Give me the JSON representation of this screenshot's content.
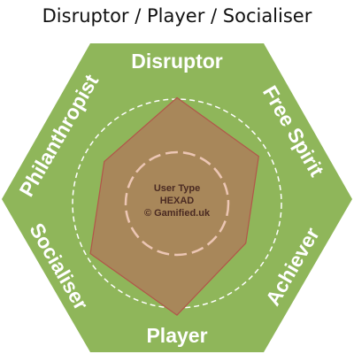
{
  "title": "Disruptor / Player / Socialiser",
  "colors": {
    "hexagon": "#8fb65a",
    "profile_fill": "#a8875a",
    "profile_stroke": "#b2554a",
    "outer_dash": "#ffffff",
    "inner_dash": "#ecc6b4",
    "label_text": "#ffffff",
    "center_text": "#4a2a22"
  },
  "labels": {
    "disruptor": "Disruptor",
    "free_spirit": "Free Spirit",
    "achiever": "Achiever",
    "player": "Player",
    "socialiser": "Socialiser",
    "philanthropist": "Philanthropist"
  },
  "center": {
    "line1": "User Type",
    "line2": "HEXAD",
    "line3": "© Gamified.uk"
  },
  "profile_scores": {
    "disruptor": 0.92,
    "free_spirit": 0.82,
    "achiever": 0.69,
    "player": 0.97,
    "socialiser": 0.87,
    "philanthropist": 0.73
  }
}
